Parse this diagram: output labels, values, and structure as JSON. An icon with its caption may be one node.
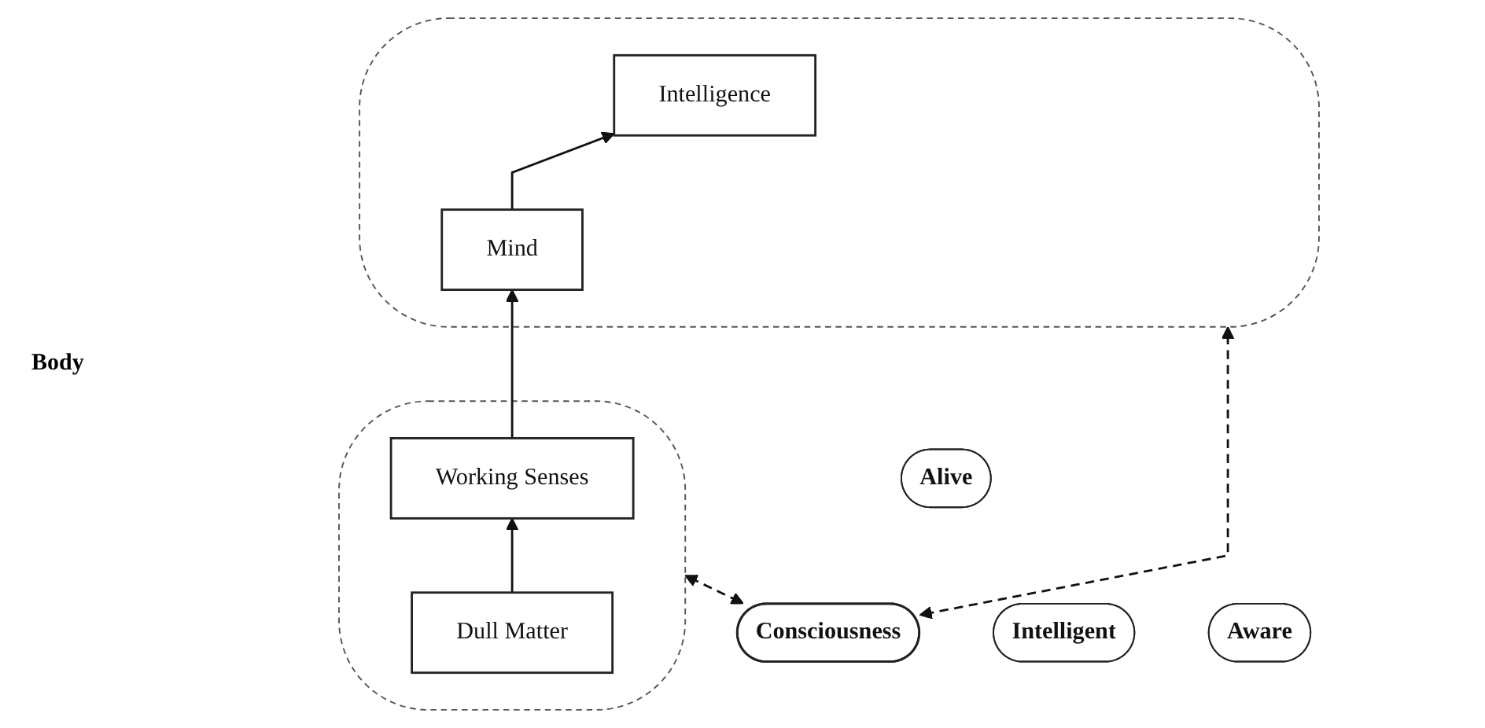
{
  "diagram": {
    "nodes": [
      {
        "text": [],
        "shape": "ellipse"
      },
      {
        "text": [
          "Intelligence"
        ],
        "in": 0
      },
      {
        "text": [
          "Mind"
        ],
        "in": 0
      },
      {
        "text": [],
        "shape": "ellipse"
      },
      {
        "text": [
          "Working Senses"
        ],
        "in": 3
      },
      {
        "text": [
          "Dull Matter"
        ],
        "in": 3
      },
      {
        "text": [
          "Alive"
        ]
      },
      {
        "text": [
          "Intelligent"
        ]
      },
      {
        "text": [
          "Consciousness"
        ]
      },
      {
        "text": [
          "Aware"
        ]
      }
    ],
    "edges": [
      {
        "from": 5,
        "to": 4,
        "arrow": "to"
      },
      {
        "from": 4,
        "to": 2,
        "arrow": "to"
      },
      {
        "from": 2,
        "to": 1,
        "arrow": "to"
      },
      {
        "from": 8,
        "to": 0,
        "arrow": "both",
        "style": "dashed"
      },
      {
        "from": 8,
        "to": 3,
        "arrow": "both",
        "style": "dashed"
      }
    ],
    "labels": [
      "Body"
    ]
  }
}
